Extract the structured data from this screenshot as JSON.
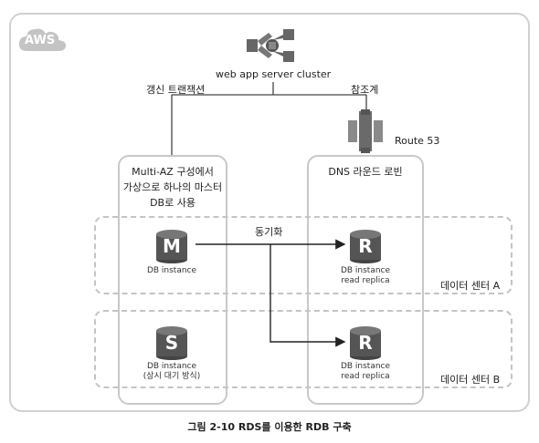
{
  "aws_label": "AWS",
  "server_cluster_label": "web app server cluster",
  "update_traffic_label": "갱신 트랜잭션",
  "reference_label": "참조계",
  "route53_label": "Route 53",
  "multi_az_text": [
    "Multi-AZ 구성에서",
    "가상으로 하나의 마스터",
    "DB로 사용"
  ],
  "dns_round_robin_label": "DNS 라운드 로빈",
  "sync_label": "동기화",
  "master": {
    "letter": "M",
    "caption": "DB instance"
  },
  "standby": {
    "letter": "S",
    "caption_line1": "DB instance",
    "caption_line2": "(상시 대기 방식)"
  },
  "replica_a": {
    "letter": "R",
    "caption_line1": "DB instance",
    "caption_line2": "read replica"
  },
  "replica_b": {
    "letter": "R",
    "caption_line1": "DB instance",
    "caption_line2": "read replica"
  },
  "datacenter_a_label": "데이터 센터 A",
  "datacenter_b_label": "데이터 센터 B",
  "figure_caption": "그림 2-10  RDS를 이용한 RDB 구축",
  "colors": {
    "db_gray": "#555555",
    "cloud_gray": "#bdbdbd",
    "frame": "#d0d0d0"
  }
}
